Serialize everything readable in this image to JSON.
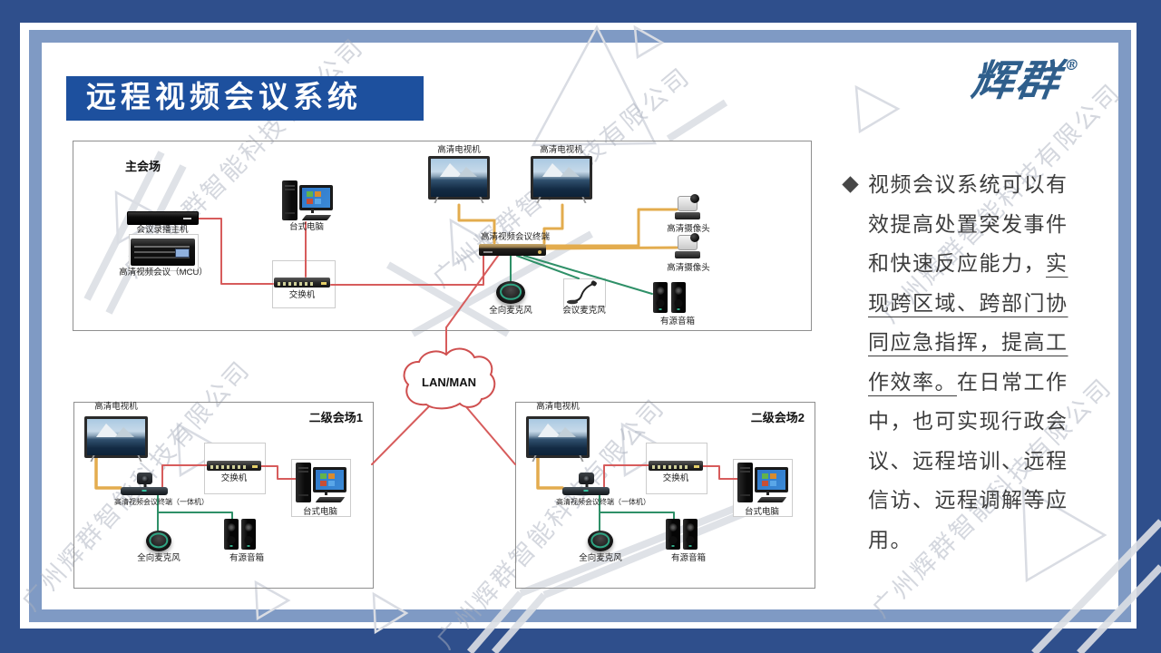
{
  "header": {
    "title": "远程视频会议系统"
  },
  "brand": {
    "name": "辉群",
    "reg": "®",
    "color": "#2f5f8c"
  },
  "watermark": {
    "text": "广州辉群智能科技有限公司"
  },
  "palette": {
    "frame_outer": "#2f4f8c",
    "frame_inner_band": "#7f9ac4",
    "title_bg": "#1d509e",
    "cable_video_yellow": "#e3ac4e",
    "cable_network_red": "#d75c5c",
    "cable_audio_green": "#2f9068",
    "cloud_stroke": "#cf4f4f",
    "body_text": "#3d3d3d"
  },
  "diagram": {
    "main": {
      "title": "主会场",
      "devices": {
        "tv": "高清电视机",
        "recorder": "会议录播主机",
        "mcu": "高清视频会议（MCU）",
        "pc": "台式电脑",
        "switch": "交换机",
        "terminal": "高清视频会议终端",
        "camera": "高清摄像头",
        "speaker": "有源音箱",
        "omni_mic": "全向麦克风",
        "conf_mic": "会议麦克风"
      }
    },
    "cloud": {
      "label": "LAN/MAN"
    },
    "venue1": {
      "title": "二级会场1",
      "devices": {
        "tv": "高清电视机",
        "switch": "交换机",
        "terminal": "高清视频会议终端（一体机）",
        "pc": "台式电脑",
        "omni_mic": "全向麦克风",
        "speaker": "有源音箱"
      }
    },
    "venue2": {
      "title": "二级会场2",
      "devices": {
        "tv": "高清电视机",
        "switch": "交换机",
        "terminal": "高清视频会议终端（一体机）",
        "pc": "台式电脑",
        "omni_mic": "全向麦克风",
        "speaker": "有源音箱"
      }
    }
  },
  "sidebar": {
    "bullet": "◆",
    "lines": [
      [
        {
          "t": "视频会议系统可以有"
        }
      ],
      [
        {
          "t": "效提高处置突发事件"
        }
      ],
      [
        {
          "t": "和快速反应能力，"
        },
        {
          "t": "实",
          "u": 1
        }
      ],
      [
        {
          "t": "现跨区域、跨部门协",
          "u": 1
        }
      ],
      [
        {
          "t": "同应急指挥，提高工",
          "u": 1
        }
      ],
      [
        {
          "t": "作效率。",
          "u": 1
        },
        {
          "t": "在日常工作"
        }
      ],
      [
        {
          "t": "中，也可实现行政会"
        }
      ],
      [
        {
          "t": "议、远程培训、远程"
        }
      ],
      [
        {
          "t": "信访、远程调解等应"
        }
      ],
      [
        {
          "t": "用。"
        }
      ]
    ]
  }
}
